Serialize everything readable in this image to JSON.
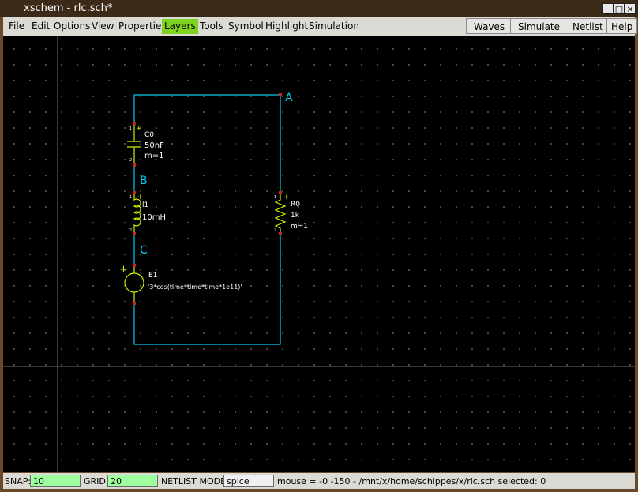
{
  "window": {
    "title": "xschem - rlc.sch*",
    "min_icon": "minimize-icon",
    "max_icon": "maximize-icon",
    "close_icon": "close-icon"
  },
  "menu": [
    {
      "label": "File"
    },
    {
      "label": "Edit"
    },
    {
      "label": "Options"
    },
    {
      "label": "View"
    },
    {
      "label": "Properties"
    },
    {
      "label": "Layers",
      "active": true
    },
    {
      "label": "Tools"
    },
    {
      "label": "Symbol"
    },
    {
      "label": "Highlight"
    },
    {
      "label": "Simulation"
    }
  ],
  "toolbar": {
    "waves": "Waves",
    "simulate": "Simulate",
    "netlist": "Netlist",
    "help": "Help"
  },
  "colors": {
    "wire": "#00ccee",
    "symbol": "#ccee00",
    "pin": "#cc2222",
    "label": "#ffffff",
    "grid": "#5a5a5a",
    "active_menu": "#7ed321",
    "field_bg": "#9dff9d"
  },
  "schematic": {
    "nets": {
      "a": "A",
      "b": "B",
      "c": "C"
    },
    "capacitor": {
      "name": "C0",
      "value": "50nF",
      "mult": "m=1",
      "pin1": "1",
      "pin2": "2",
      "plus": "+"
    },
    "inductor": {
      "name": "l1",
      "value": "10mH",
      "pin1": "1",
      "pin2": "2",
      "plus": "+"
    },
    "resistor": {
      "name": "R0",
      "value": "1k",
      "mult": "m=1",
      "pin1": "1",
      "pin2": "2",
      "plus": "+"
    },
    "source": {
      "name": "E1",
      "value": "'3*cos(time*time*time*1e11)'",
      "plus": "+"
    }
  },
  "status": {
    "snap_label": "SNAP:",
    "snap_value": "10",
    "grid_label": "GRID:",
    "grid_value": "20",
    "netlist_label": "NETLIST MODE:",
    "netlist_value": "spice",
    "info": "mouse = -0 -150 - /mnt/x/home/schippes/x/rlc.sch   selected: 0"
  }
}
